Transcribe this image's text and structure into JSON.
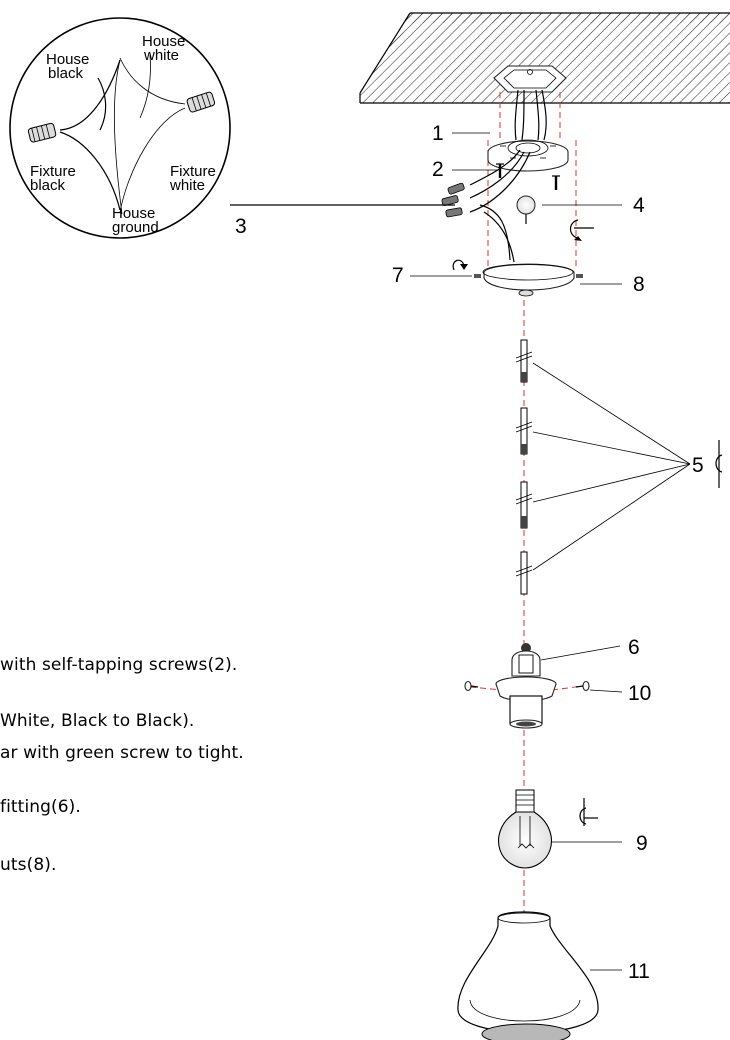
{
  "callouts": {
    "part_1": "1",
    "part_2": "2",
    "part_3": "3",
    "part_4": "4",
    "part_5": "5",
    "part_6": "6",
    "part_7": "7",
    "part_8": "8",
    "part_9": "9",
    "part_10": "10",
    "part_11": "11"
  },
  "wiring_inset": {
    "house_black": [
      "House",
      "black"
    ],
    "house_white": [
      "House",
      "white"
    ],
    "fixture_black": [
      "Fixture",
      "black"
    ],
    "fixture_white": [
      "Fixture",
      "white"
    ],
    "house_ground": [
      "House",
      "ground"
    ]
  },
  "instructions": [
    "with self-tapping screws(2).",
    "White, Black to Black).",
    "ar with green screw to tight.",
    "fitting(6).",
    "uts(8)."
  ],
  "colors": {
    "guide_line": "#e03030",
    "ink": "#000000",
    "ceiling_hatch": "#333333"
  }
}
